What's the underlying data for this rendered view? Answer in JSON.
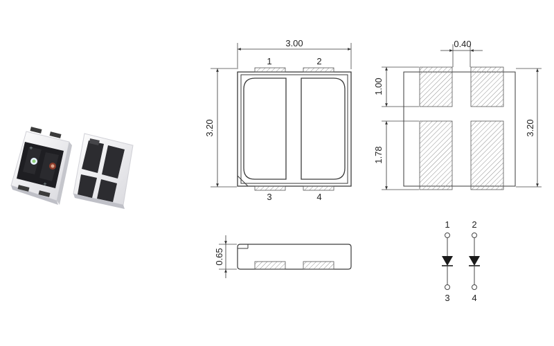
{
  "top_view": {
    "width_label": "3.00",
    "height_label": "3.20",
    "pins": {
      "p1": "1",
      "p2": "2",
      "p3": "3",
      "p4": "4"
    }
  },
  "pad_layout": {
    "gap_label": "0.40",
    "upper_pad_label": "1.00",
    "lower_pad_label": "1.78",
    "height_label": "3.20"
  },
  "side_view": {
    "thickness_label": "0.65"
  },
  "schematic": {
    "anode_1": "1",
    "anode_2": "2",
    "cathode_3": "3",
    "cathode_4": "4"
  },
  "colors": {
    "line": "#3a3a3a",
    "hatch": "#9a9a9a",
    "led_body": "#ffffff",
    "led_shadow": "#c9c9cf"
  }
}
